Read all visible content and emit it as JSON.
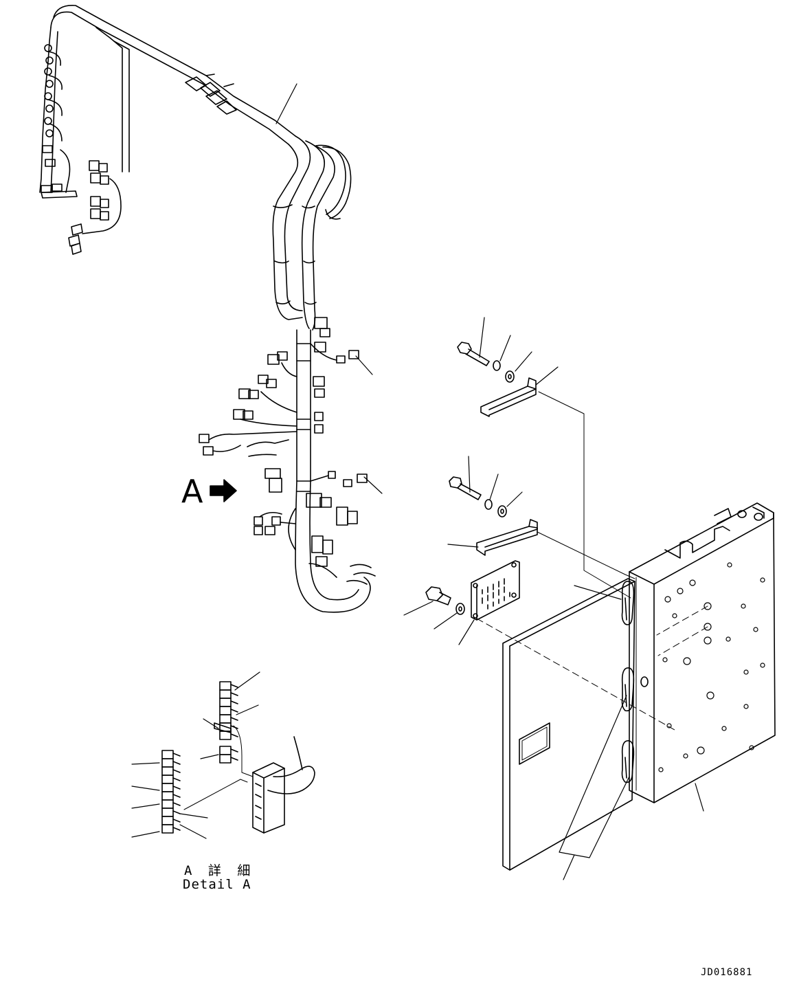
{
  "view_marker": {
    "letter": "A"
  },
  "detail": {
    "title_jp": "A 詳 細",
    "title_en": "Detail A"
  },
  "drawing_number": "JD016881"
}
